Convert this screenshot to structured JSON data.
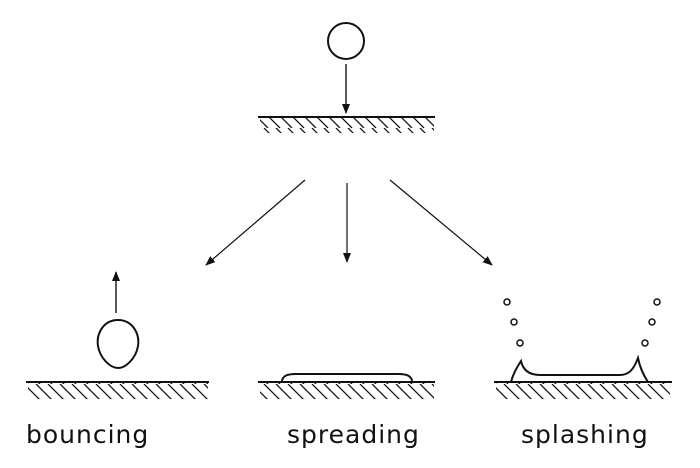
{
  "outcomes": {
    "bouncing": "bouncing",
    "spreading": "spreading",
    "splashing": "splashing"
  },
  "colors": {
    "ink": "#111111",
    "background": "#ffffff"
  }
}
